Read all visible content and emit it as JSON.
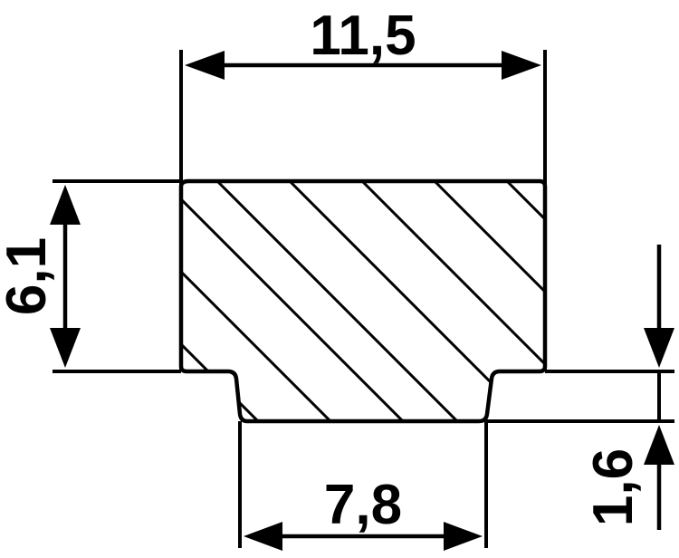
{
  "diagram": {
    "type": "cross-section profile (hatched) with dimensions",
    "colors": {
      "stroke": "#000000",
      "background": "#ffffff"
    },
    "dimensions": {
      "top_width": {
        "label": "11,5",
        "value": 11.5
      },
      "upper_height": {
        "label": "6,1",
        "value": 6.1
      },
      "bottom_width": {
        "label": "7,8",
        "value": 7.8
      },
      "step_height": {
        "label": "1,6",
        "value": 1.6
      }
    }
  }
}
